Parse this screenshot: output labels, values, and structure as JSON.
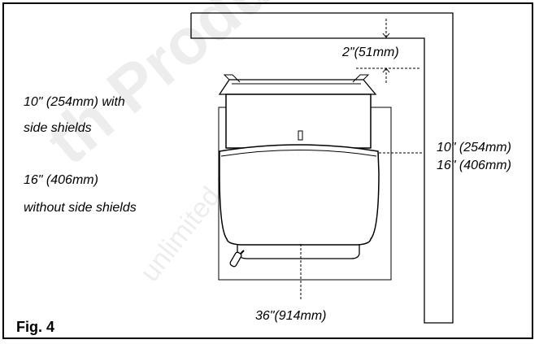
{
  "figure": {
    "label": "Fig. 4"
  },
  "labels": {
    "top_clearance": "2\"(51mm)",
    "left_with_shields_line1": "10\" (254mm) with",
    "left_with_shields_line2": "side shields",
    "left_without_shields_line1": "16\" (406mm)",
    "left_without_shields_line2": "without side shields",
    "right_clearance_line1": "10\" (254mm)",
    "right_clearance_line2": "16\" (406mm)",
    "front_clearance": "36\"(914mm)"
  },
  "watermark": {
    "line1": "th Produ",
    "line2": "unlimited.com"
  },
  "colors": {
    "ink": "#000000",
    "background": "#ffffff"
  }
}
